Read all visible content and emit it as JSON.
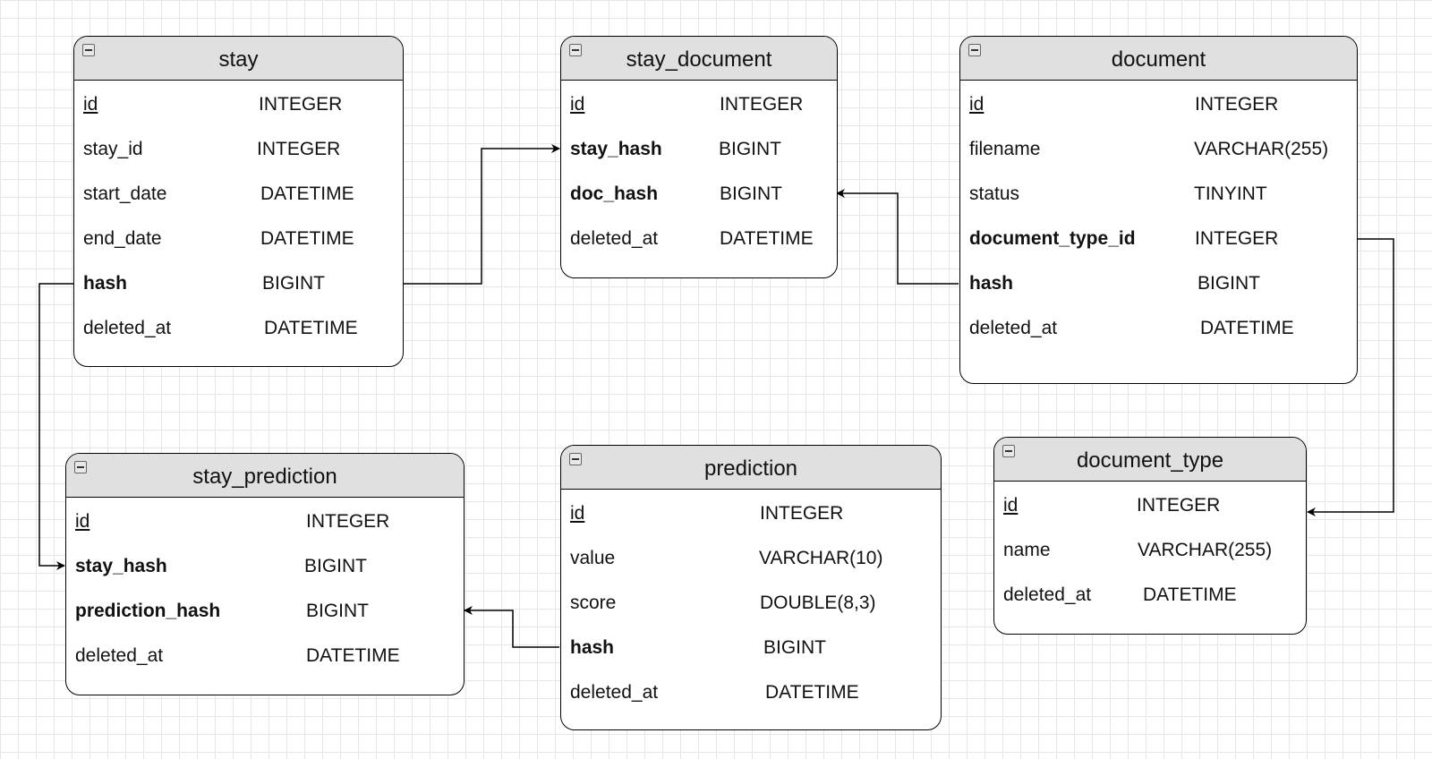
{
  "colors": {
    "header_bg": "#e0e0e0",
    "border": "#000000",
    "grid": "#e6e6e6",
    "connector": "#000000"
  },
  "icons": {
    "collapse": "collapse-icon"
  },
  "entities": {
    "stay": {
      "title": "stay",
      "fields": [
        {
          "name": "id",
          "type": "INTEGER",
          "key": "pk"
        },
        {
          "name": "stay_id",
          "type": "INTEGER",
          "key": ""
        },
        {
          "name": "start_date",
          "type": "DATETIME",
          "key": ""
        },
        {
          "name": "end_date",
          "type": "DATETIME",
          "key": ""
        },
        {
          "name": "hash",
          "type": "BIGINT",
          "key": "fk"
        },
        {
          "name": "deleted_at",
          "type": "DATETIME",
          "key": ""
        }
      ]
    },
    "stay_document": {
      "title": "stay_document",
      "fields": [
        {
          "name": "id",
          "type": "INTEGER",
          "key": "pk"
        },
        {
          "name": "stay_hash",
          "type": "BIGINT",
          "key": "fk"
        },
        {
          "name": "doc_hash",
          "type": "BIGINT",
          "key": "fk"
        },
        {
          "name": "deleted_at",
          "type": "DATETIME",
          "key": ""
        }
      ]
    },
    "document": {
      "title": "document",
      "fields": [
        {
          "name": "id",
          "type": "INTEGER",
          "key": "pk"
        },
        {
          "name": "filename",
          "type": "VARCHAR(255)",
          "key": ""
        },
        {
          "name": "status",
          "type": "TINYINT",
          "key": ""
        },
        {
          "name": "document_type_id",
          "type": "INTEGER",
          "key": "fk"
        },
        {
          "name": "hash",
          "type": "BIGINT",
          "key": "fk"
        },
        {
          "name": "deleted_at",
          "type": "DATETIME",
          "key": ""
        }
      ]
    },
    "stay_prediction": {
      "title": "stay_prediction",
      "fields": [
        {
          "name": "id",
          "type": "INTEGER",
          "key": "pk"
        },
        {
          "name": "stay_hash",
          "type": "BIGINT",
          "key": "fk"
        },
        {
          "name": "prediction_hash",
          "type": "BIGINT",
          "key": "fk"
        },
        {
          "name": "deleted_at",
          "type": "DATETIME",
          "key": ""
        }
      ]
    },
    "prediction": {
      "title": "prediction",
      "fields": [
        {
          "name": "id",
          "type": "INTEGER",
          "key": "pk"
        },
        {
          "name": "value",
          "type": "VARCHAR(10)",
          "key": ""
        },
        {
          "name": "score",
          "type": "DOUBLE(8,3)",
          "key": ""
        },
        {
          "name": "hash",
          "type": "BIGINT",
          "key": "fk"
        },
        {
          "name": "deleted_at",
          "type": "DATETIME",
          "key": ""
        }
      ]
    },
    "document_type": {
      "title": "document_type",
      "fields": [
        {
          "name": "id",
          "type": "INTEGER",
          "key": "pk"
        },
        {
          "name": "name",
          "type": "VARCHAR(255)",
          "key": ""
        },
        {
          "name": "deleted_at",
          "type": "DATETIME",
          "key": ""
        }
      ]
    }
  },
  "relationships": [
    {
      "from": "stay.hash",
      "to": "stay_document.stay_hash"
    },
    {
      "from": "document.hash",
      "to": "stay_document.doc_hash"
    },
    {
      "from": "stay.hash",
      "to": "stay_prediction.stay_hash"
    },
    {
      "from": "prediction.hash",
      "to": "stay_prediction.prediction_hash"
    },
    {
      "from": "document.document_type_id",
      "to": "document_type.id"
    }
  ]
}
